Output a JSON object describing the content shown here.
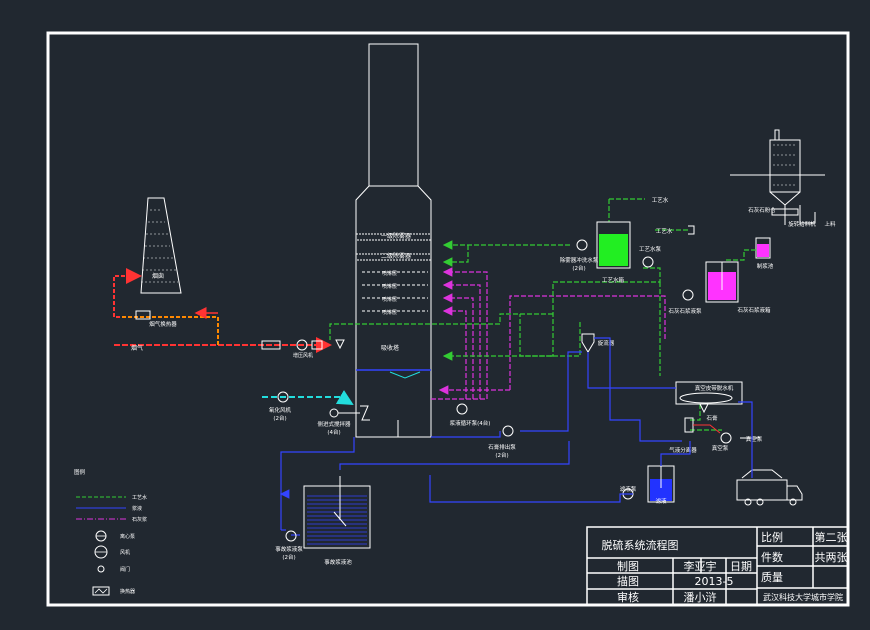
{
  "title_block": {
    "drawing_title": "脱硫系统流程图",
    "scale_label": "比例",
    "sheet_label": "第二张",
    "count_label": "件数",
    "total_label": "共两张",
    "drawn_label": "制图",
    "drawn_by": "李亚宇",
    "date_label": "日期",
    "draft_label": "描图",
    "date_value": "2013-5",
    "quality_label": "质量",
    "review_label": "审核",
    "reviewer": "潘小浒",
    "institution": "武汉科技大学城市学院"
  },
  "labels": {
    "process_water_top": "工艺水",
    "process_water_mid": "工艺水",
    "process_water_tank": "工艺水箱",
    "process_water_pump": "工艺水泵",
    "demister_pump": "除雾器冲洗水泵",
    "demister_pump_count": "(2台)",
    "limestone_silo": "石灰石粉仓",
    "rotary_valve": "旋转给料机",
    "lime_tank": "制浆池",
    "truck_in": "上料",
    "slurry_pump": "石灰石浆液泵",
    "slurry_tank": "石灰石浆液箱",
    "hydrocyclone": "旋流器",
    "vacuum_belt": "真空皮带脱水机",
    "gypsum_silo": "石膏",
    "vacuum_pump": "真空泵",
    "gas_liquid_sep": "气液分离器",
    "filtrate_tank": "滤液",
    "filtrate_pump": "滤液泵",
    "recycle_pump": "浆液循环泵(4台)",
    "gypsum_discharge_pump": "石膏排出泵",
    "gypsum_discharge_pump_count": "(2台)",
    "oxidation_fan": "氧化风机",
    "oxidation_fan_count": "(2台)",
    "agitator": "侧进式搅拌器",
    "agitator_count": "(4台)",
    "chimney": "烟囱",
    "flue_gas": "烟气",
    "booster_fan": "增压风机",
    "ggh": "烟气换热器",
    "absorber": "吸收塔",
    "demister1": "一级除雾器",
    "demister2": "二级除雾器",
    "spray_layers": [
      "喷淋层",
      "喷淋层",
      "喷淋层",
      "喷淋层"
    ],
    "emergency_pit": "事故浆液池",
    "emergency_pump": "事故浆液泵",
    "emergency_pump_count": "(2台)"
  },
  "legend": {
    "title": "图例",
    "items": [
      {
        "label": "工艺水",
        "color": "#33cc33",
        "style": "dash"
      },
      {
        "label": "浆液",
        "color": "#3344ff",
        "style": "solid"
      },
      {
        "label": "石灰浆",
        "color": "#dd33dd",
        "style": "dashdot"
      },
      {
        "label": "离心泵",
        "symbol": "pump"
      },
      {
        "label": "风机",
        "symbol": "fan"
      },
      {
        "label": "阀门",
        "symbol": "valve"
      },
      {
        "label": "换热器",
        "symbol": "hx"
      }
    ]
  },
  "colors": {
    "background": "#212830",
    "frame": "#ffffff",
    "water_line": "#33cc33",
    "slurry_line": "#3344ff",
    "lime_line": "#dd33dd",
    "flue_line": "#ff3333",
    "air_line": "#22dddd",
    "hot_line": "#ff8800"
  }
}
